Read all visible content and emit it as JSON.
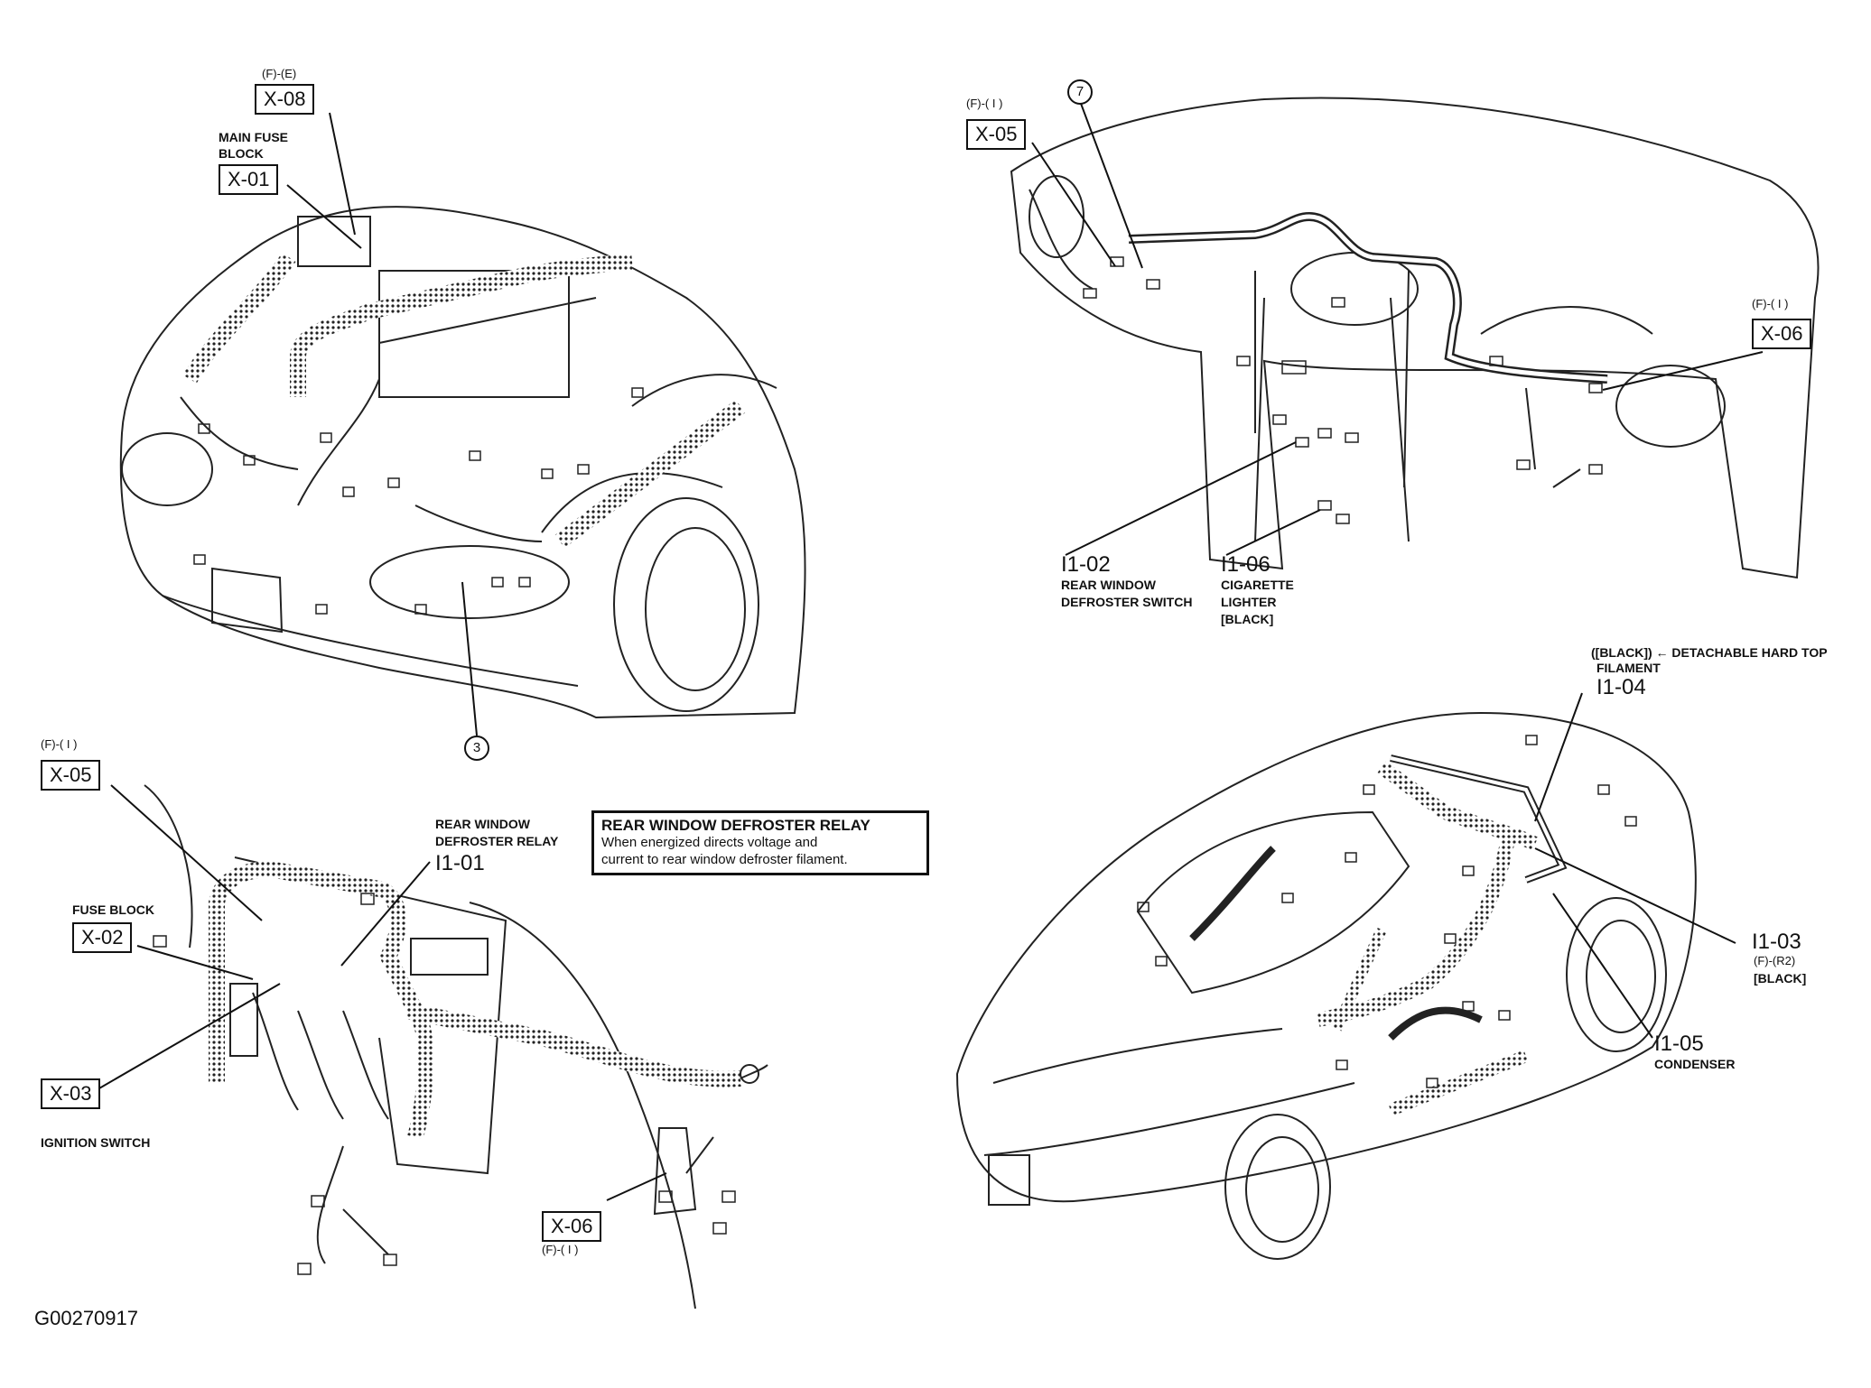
{
  "figure_id": "G00270917",
  "relay_box": {
    "title": "REAR WINDOW DEFROSTER RELAY",
    "text_line1": "When energized directs voltage and",
    "text_line2": "current to rear window defroster filament."
  },
  "engine_bay": {
    "x08": {
      "code": "X-08",
      "loc": "(F)-(E)"
    },
    "x01": {
      "code": "X-01",
      "label_line1": "MAIN FUSE",
      "label_line2": "BLOCK"
    },
    "ground_3": "3"
  },
  "dash": {
    "x05": {
      "code": "X-05",
      "loc": "(F)-( I )"
    },
    "ground_7": "7",
    "x06": {
      "code": "X-06",
      "loc": "(F)-( I )"
    },
    "i102": {
      "code": "I1-02",
      "label_line1": "REAR WINDOW",
      "label_line2": "DEFROSTER SWITCH"
    },
    "i106": {
      "code": "I1-06",
      "label_line1": "CIGARETTE",
      "label_line2": "LIGHTER",
      "label_line3": "[BLACK]"
    }
  },
  "underdash": {
    "x05": {
      "code": "X-05",
      "loc": "(F)-( I )"
    },
    "i101": {
      "code": "I1-01",
      "label_line1": "REAR WINDOW",
      "label_line2": "DEFROSTER RELAY"
    },
    "x02": {
      "code": "X-02",
      "label": "FUSE BLOCK"
    },
    "x03": {
      "code": "X-03",
      "label": "IGNITION SWITCH"
    },
    "x06": {
      "code": "X-06",
      "loc": "(F)-( I )"
    }
  },
  "body": {
    "i104": {
      "code": "I1-04",
      "label_line1": "([BLACK]) ← DETACHABLE HARD TOP",
      "label_line2": "FILAMENT"
    },
    "i103": {
      "code": "I1-03",
      "loc": "(F)-(R2)",
      "label": "[BLACK]"
    },
    "i105": {
      "code": "I1-05",
      "label": "CONDENSER"
    }
  }
}
